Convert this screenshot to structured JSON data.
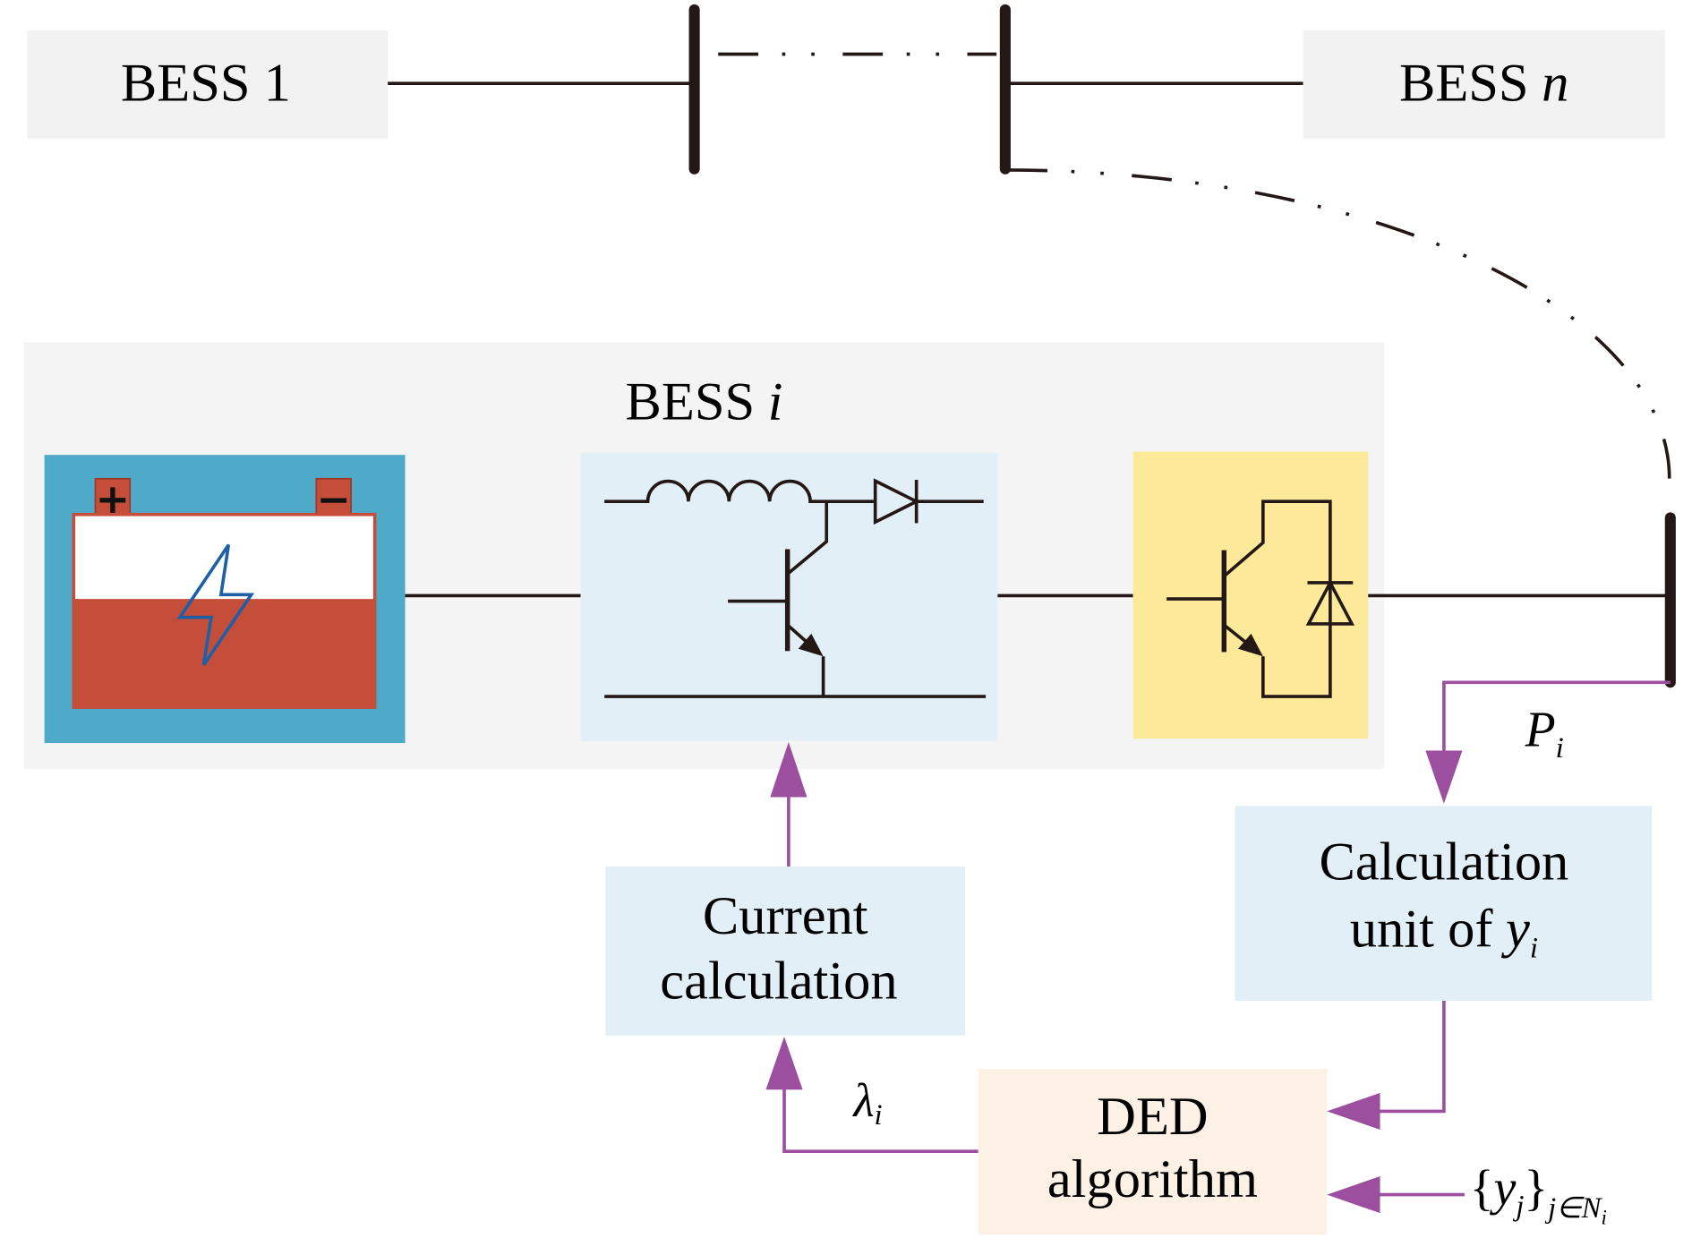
{
  "top_row": {
    "bess_1": "BESS 1",
    "bess_n": {
      "label": "BESS",
      "index": "n"
    }
  },
  "bess_i": {
    "label": "BESS",
    "index": "i",
    "battery": {
      "positive": "+",
      "negative": "−"
    }
  },
  "blocks": {
    "current_calculation": {
      "line1": "Current",
      "line2": "calculation"
    },
    "calculation_unit": {
      "line1": "Calculation",
      "line2": "unit of",
      "var": "y",
      "sub": "i"
    },
    "ded_algorithm": {
      "line1": "DED",
      "line2": "algorithm"
    }
  },
  "signals": {
    "power": {
      "var": "P",
      "sub": "i"
    },
    "lambda": {
      "var": "λ",
      "sub": "i"
    },
    "neighbors": {
      "open": "{",
      "var": "y",
      "sub": "j",
      "close": "}",
      "index_set": "j∈N",
      "index_sub": "i"
    }
  },
  "icons": {
    "battery": "battery-icon",
    "bolt": "lightning-bolt-icon",
    "converter": "boost-converter-icon",
    "inverter": "igbt-inverter-icon"
  },
  "colors": {
    "bus": "#231815",
    "signal": "#9b4f9e",
    "panel": "#f4f4f4",
    "box_gray": "#f2f2f2",
    "box_blue": "#e3eff6",
    "box_peach": "#fdf0e4",
    "inverter": "#fde99a",
    "battery_frame": "#4fa9c9",
    "battery_red": "#c44e39",
    "bolt": "#1f5fa6"
  }
}
